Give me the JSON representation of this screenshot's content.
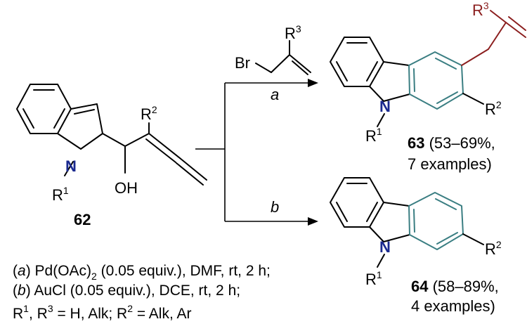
{
  "colors": {
    "ring_highlight": "#3a7e82",
    "allyl_highlight": "#8b1e1e",
    "nitrogen": "#1b2a8f"
  },
  "reagent": {
    "br": "Br",
    "r3": "R",
    "r3_sup": "3"
  },
  "arrows": {
    "a_label": "a",
    "b_label": "b"
  },
  "start": {
    "n": "N",
    "r1": "R",
    "r1_sup": "1",
    "r2": "R",
    "r2_sup": "2",
    "oh": "OH",
    "id": "62"
  },
  "product63": {
    "n": "N",
    "r1": "R",
    "r1_sup": "1",
    "r2": "R",
    "r2_sup": "2",
    "r3": "R",
    "r3_sup": "3",
    "id": "63",
    "yield": "(53–69%,",
    "examples": "7 examples)"
  },
  "product64": {
    "n": "N",
    "r1": "R",
    "r1_sup": "1",
    "r2": "R",
    "r2_sup": "2",
    "id": "64",
    "yield": "(58–89%,",
    "examples": "4 examples)"
  },
  "conditions": {
    "a_open": "(",
    "a_letter": "a",
    "a_close": ") Pd(OAc)",
    "a_sub": "2",
    "a_rest": " (0.05 equiv.), DMF, rt, 2 h;",
    "b_open": "(",
    "b_letter": "b",
    "b_rest": ") AuCl (0.05 equiv.), DCE, rt, 2 h;",
    "r1": "R",
    "r1_sup": "1",
    "comma": ", R",
    "r3_sup": "3",
    "r13_def": "  =  H, Alk; R",
    "r2_sup": "2",
    "r2_def": " = Alk, Ar"
  }
}
